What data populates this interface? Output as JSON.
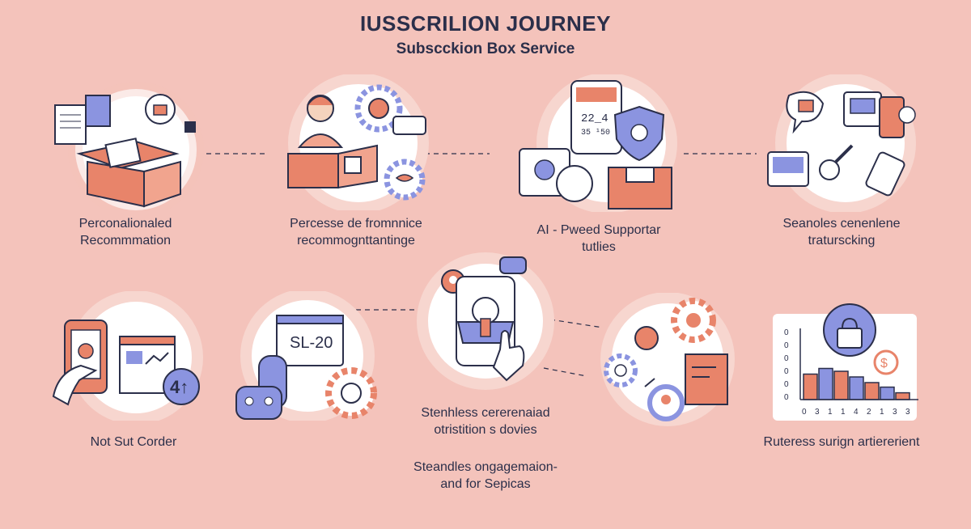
{
  "header": {
    "title": "IUSSCRILION JOURNEY",
    "subtitle": "Subscckion Box Service"
  },
  "top_row": [
    {
      "label": "Perconalionaled\nRecommmation",
      "icon": "open-box-icon"
    },
    {
      "label": "Percesse de fromnnice\nrecommognttantinge",
      "icon": "person-box-gear-icon"
    },
    {
      "label": "AI - Pweed Supportar\ntutlies",
      "icon": "phone-shield-icon"
    },
    {
      "label": "Seanoles cenenlene\ntraturscking",
      "icon": "tracking-devices-icon"
    }
  ],
  "bottom_row": [
    {
      "label": "Not Sut Corder",
      "icon": "phone-hand-icon"
    },
    {
      "label": "",
      "icon": "robot-gear-icon",
      "screen_text": "SL-20"
    },
    {
      "label": "Stenhless cererenaiad\notristition s dovies",
      "icon": "phone-tap-icon"
    },
    {
      "label": "",
      "icon": "gear-people-icon"
    },
    {
      "label": "Ruteress surign artiererient",
      "icon": "bar-chart-lock-icon"
    }
  ],
  "footer_note": "Steandles ongagemaion-\nand for Sepicas",
  "mini_chart": {
    "y_ticks": [
      "0",
      "0",
      "0",
      "0",
      "0",
      "0"
    ],
    "x_ticks": [
      "0",
      "3",
      "1",
      "1",
      "4",
      "2",
      "1",
      "3",
      "3"
    ],
    "values": [
      0.45,
      0.55,
      0.5,
      0.4,
      0.3,
      0.22,
      0.12
    ]
  },
  "colors": {
    "background": "#f4c3bb",
    "accent": "#e8846a",
    "blue": "#8b94e0",
    "ink": "#2b2f4a"
  }
}
